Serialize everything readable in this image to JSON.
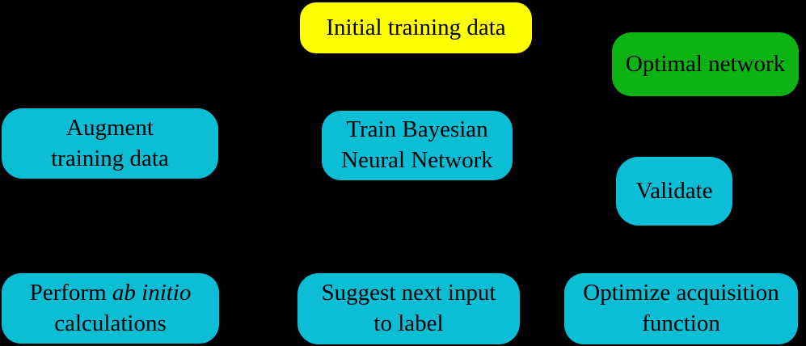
{
  "diagram": {
    "title": "Active learning loop flowchart",
    "background": "#000000",
    "text_color": "#000000",
    "nodes": {
      "initial": {
        "label": "Initial training data",
        "fill": "#FFFF00",
        "role": "start"
      },
      "optimal": {
        "label": "Optimal network",
        "fill": "#0DB313",
        "role": "end"
      },
      "augment": {
        "line1": "Augment",
        "line2": "training data",
        "fill": "#0CBDD6",
        "role": "process"
      },
      "train": {
        "line1": "Train Bayesian",
        "line2": "Neural Network",
        "fill": "#0CBDD6",
        "role": "process"
      },
      "validate": {
        "label": "Validate",
        "fill": "#0CBDD6",
        "role": "process"
      },
      "perform": {
        "line1_prefix": "Perform ",
        "line1_italic": "ab initio",
        "line2": "calculations",
        "fill": "#0CBDD6",
        "role": "process"
      },
      "suggest": {
        "line1": "Suggest next input",
        "line2": "to label",
        "fill": "#0CBDD6",
        "role": "process"
      },
      "optimize": {
        "line1": "Optimize acquisition",
        "line2": "function",
        "fill": "#0CBDD6",
        "role": "process"
      }
    }
  }
}
